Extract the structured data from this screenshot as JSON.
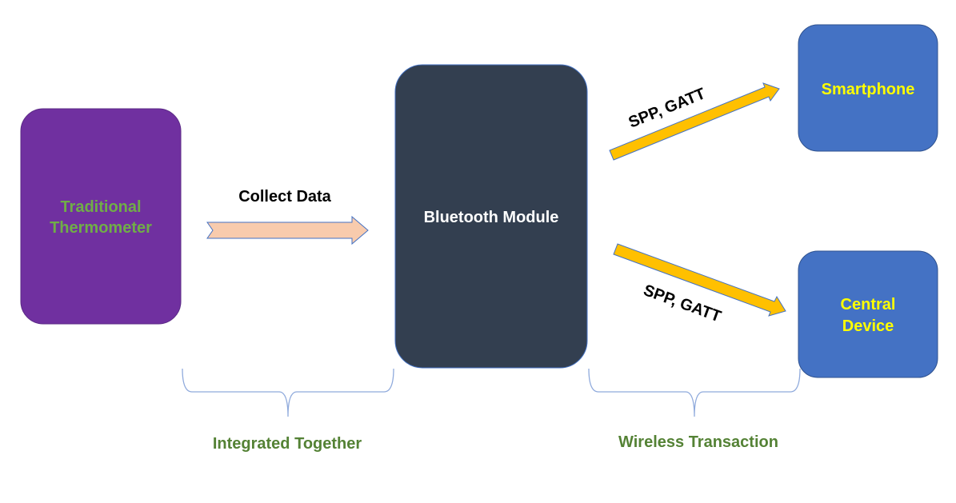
{
  "colors": {
    "thermometer_fill": "#7030A0",
    "thermometer_text": "#70AD47",
    "module_fill": "#333F50",
    "module_text": "#FFFFFF",
    "device_fill": "#4472C4",
    "device_text": "#FFFF00",
    "collect_arrow_fill": "#F8CBAD",
    "wireless_arrow_fill": "#FFC000",
    "brace_stroke": "#8FAADC",
    "group_label": "#548235",
    "edge_label": "#000000"
  },
  "nodes": {
    "thermometer": {
      "line1": "Traditional",
      "line2": "Thermometer"
    },
    "module": {
      "label": "Bluetooth Module"
    },
    "smartphone": {
      "label": "Smartphone"
    },
    "central": {
      "line1": "Central",
      "line2": "Device"
    }
  },
  "edges": {
    "collect": {
      "label": "Collect Data"
    },
    "to_smartphone": {
      "label": "SPP, GATT"
    },
    "to_central": {
      "label": "SPP, GATT"
    }
  },
  "groups": {
    "integrated": {
      "label": "Integrated Together"
    },
    "wireless": {
      "label": "Wireless Transaction"
    }
  }
}
